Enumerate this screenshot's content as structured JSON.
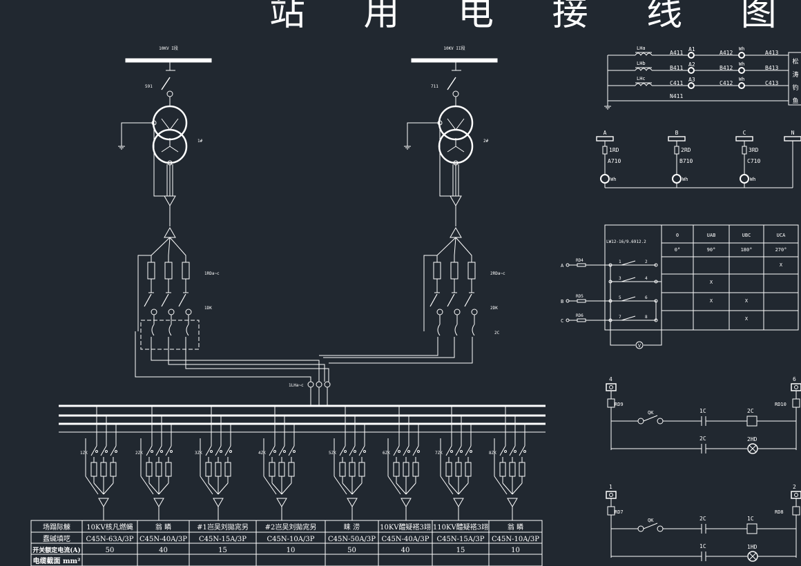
{
  "title": "站 用 电 接 线 图",
  "colors": {
    "background": "#212830",
    "line": "#ffffff"
  },
  "busbar_left_label": "10KV I段",
  "busbar_right_label": "10KV II段",
  "left_switch_label": "591",
  "right_switch_label": "711",
  "left_transformer_label": "1#",
  "right_transformer_label": "2#",
  "left_fuse_label": "1RDa~c",
  "right_fuse_label": "2RDa~c",
  "left_breaker_label": "1DK",
  "right_breaker_label": "2DK",
  "right_contactor_label": "2C",
  "ct_label": "1LHa~c",
  "feeder_labels": [
    "1ZK",
    "2ZK",
    "3ZK",
    "4ZK",
    "5ZK",
    "6ZK",
    "7ZK",
    "8ZK"
  ],
  "meter": {
    "ct_labels": [
      "LHa",
      "LHb",
      "LHc"
    ],
    "left_wires": [
      "A411",
      "B411",
      "C411"
    ],
    "ammeters": [
      "A1",
      "A2",
      "A3"
    ],
    "mid_wires": [
      "A412",
      "B412",
      "C412"
    ],
    "wh_label": "Wh",
    "right_wires": [
      "A413",
      "B413",
      "C413"
    ],
    "neutral": "N411",
    "box_text": "松 涛 钓 鱼"
  },
  "voltage": {
    "phases": [
      "A",
      "B",
      "C",
      "N"
    ],
    "fuses": [
      "1RD",
      "2RD",
      "3RD"
    ],
    "wires": [
      "A710",
      "B710",
      "C710"
    ],
    "wh_label": "Wh"
  },
  "switch_table": {
    "model": "LW12-16/9.6912.2",
    "headers": [
      "0",
      "UAB",
      "UBC",
      "UCA"
    ],
    "angles": [
      "0°",
      "90°",
      "180°",
      "270°"
    ],
    "row_phases": [
      "A",
      "B",
      "C"
    ],
    "row_fuses": [
      "RD4",
      "RD5",
      "RD6"
    ],
    "contacts": [
      [
        "1",
        "2"
      ],
      [
        "3",
        "4"
      ],
      [
        "5",
        "6"
      ],
      [
        "7",
        "8"
      ]
    ],
    "marks": [
      [
        "",
        "",
        "",
        "X"
      ],
      [
        "",
        "X",
        "",
        ""
      ],
      [
        "",
        "X",
        "X",
        ""
      ],
      [
        "",
        "",
        "X",
        ""
      ]
    ],
    "meter": "V"
  },
  "control1": {
    "left_terminal": "4",
    "right_terminal": "6",
    "left_fuse": "RD9",
    "right_fuse": "RD10",
    "switch": "QK",
    "contact": "1C",
    "coil": "2C",
    "contact2": "2C",
    "lamp": "2HD"
  },
  "control2": {
    "left_terminal": "1",
    "right_terminal": "2",
    "left_fuse": "RD7",
    "right_fuse": "RD8",
    "switch": "QK",
    "contact": "2C",
    "coil": "1C",
    "contact2": "1C",
    "lamp": "1HD"
  },
  "feeder_table": {
    "rows": [
      [
        "场蹋际觫",
        "10KV核凡燃蝇",
        "翁  瞵",
        "#1岂吴刘拋宨另",
        "#2岂吴刘拋宨另",
        "睐  涝",
        "10KV醴疑褡3翊",
        "110KV醴疑褡3翊",
        "翁  瞵"
      ],
      [
        "蠢碱填呓",
        "C45N-63A/3P",
        "C45N-40A/3P",
        "C45N-15A/3P",
        "C45N-10A/3P",
        "C45N-50A/3P",
        "C45N-40A/3P",
        "C45N-15A/3P",
        "C45N-10A/3P"
      ],
      [
        "开关额定电流(A)",
        "50",
        "40",
        "15",
        "10",
        "50",
        "40",
        "15",
        "10"
      ],
      [
        "电缆截面 mm²",
        "",
        "",
        "",
        "",
        "",
        "",
        "",
        ""
      ]
    ]
  }
}
